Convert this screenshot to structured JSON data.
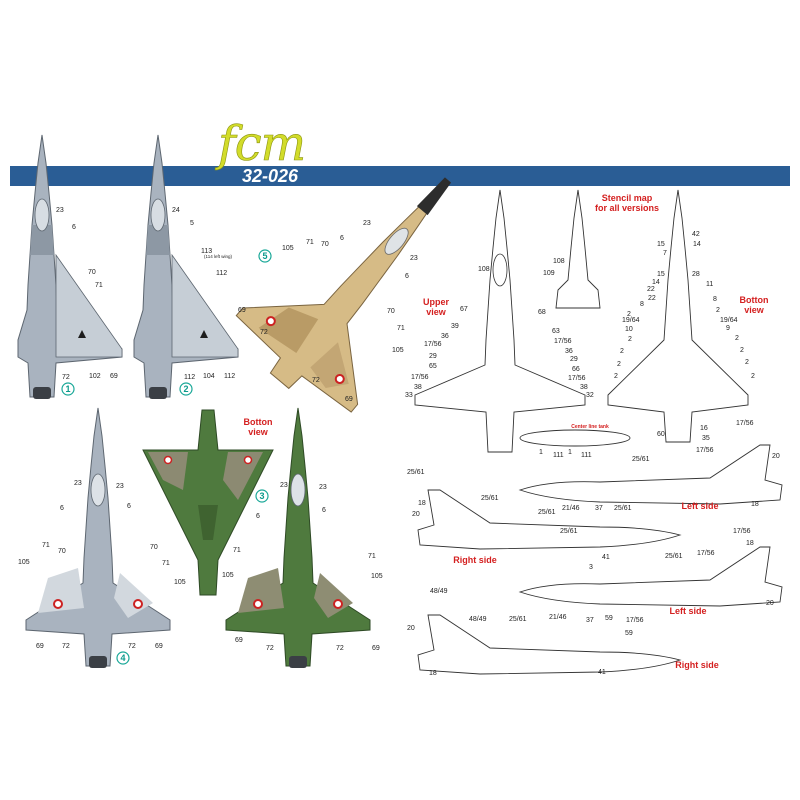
{
  "header": {
    "brand": "fcm",
    "code": "32-026"
  },
  "colors": {
    "banner": "#2a5d95",
    "logo": "#d2dc2a",
    "profile_badge": "#1aa898",
    "label_red": "#d42020",
    "grey_camo": "#a9b3bf",
    "desert_camo": "#d6bb86",
    "green_camo": "#4f7a3e"
  },
  "labels": {
    "stencil_title_1": "Stencil map",
    "stencil_title_2": "for all versions",
    "upper_view_1": "Upper",
    "upper_view_2": "view",
    "bottom_view_1": "Botton",
    "bottom_view_2": "view",
    "bottom_view_mid_1": "Botton",
    "bottom_view_mid_2": "view",
    "center_line_tank": "Center line tank",
    "left_side_1": "Left side",
    "right_side_1": "Right side",
    "left_side_2": "Left side",
    "right_side_2": "Right side",
    "left_wing_note": "(114 left wing)"
  },
  "profiles": [
    "1",
    "2",
    "3",
    "4",
    "5"
  ],
  "callouts": {
    "p1": [
      "23",
      "6",
      "70",
      "71",
      "72",
      "102",
      "69"
    ],
    "p2": [
      "24",
      "5",
      "113",
      "112",
      "112",
      "104",
      "112"
    ],
    "p5": [
      "23",
      "6",
      "71",
      "70",
      "105",
      "23",
      "6",
      "69",
      "72",
      "70",
      "71",
      "105",
      "72",
      "69"
    ],
    "p4": [
      "23",
      "23",
      "6",
      "6",
      "71",
      "70",
      "70",
      "71",
      "105",
      "105",
      "69",
      "72",
      "72",
      "69"
    ],
    "p3": [
      "23",
      "23",
      "6",
      "6",
      "71",
      "71",
      "105",
      "105",
      "69",
      "72",
      "72",
      "69"
    ],
    "upper": [
      "108",
      "67",
      "68",
      "39",
      "17/56",
      "36",
      "29",
      "65",
      "17/56",
      "38",
      "33",
      "63",
      "17/56",
      "36",
      "29",
      "66",
      "17/56",
      "38",
      "32"
    ],
    "stencil_small": [
      "108",
      "109",
      "1",
      "111",
      "1",
      "111"
    ],
    "bottom": [
      "42",
      "15",
      "14",
      "7",
      "15",
      "28",
      "14",
      "11",
      "22",
      "22",
      "8",
      "8",
      "19/64",
      "19/64",
      "10",
      "9",
      "2",
      "2",
      "2",
      "2",
      "2",
      "2",
      "2",
      "2",
      "2",
      "2",
      "16",
      "60",
      "35"
    ],
    "left_side_1": [
      "17/56",
      "17/56",
      "20",
      "25/61",
      "21/46",
      "37",
      "25/61",
      "18"
    ],
    "right_side_1": [
      "25/61",
      "25/61",
      "18",
      "20",
      "25/61",
      "25/61",
      "41"
    ],
    "left_side_2": [
      "17/56",
      "18",
      "3",
      "25/61",
      "17/56",
      "21/46",
      "37",
      "59",
      "17/56",
      "20"
    ],
    "right_side_2": [
      "48/49",
      "48/49",
      "25/61",
      "20",
      "59",
      "41",
      "18"
    ]
  }
}
